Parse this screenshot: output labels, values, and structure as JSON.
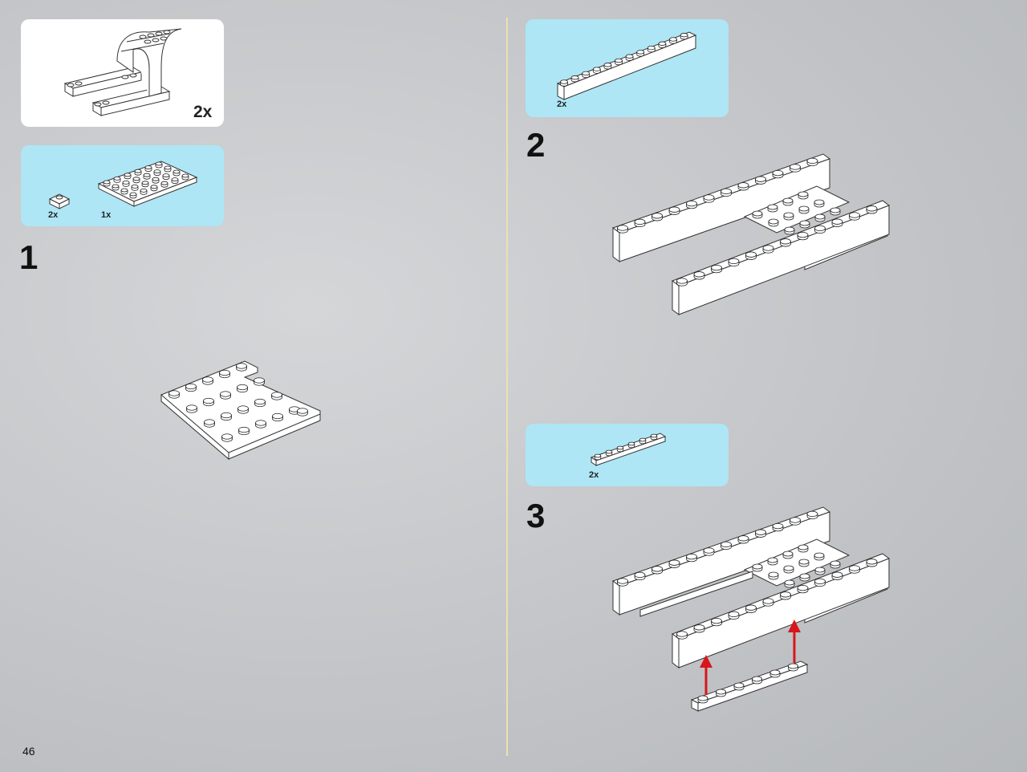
{
  "page": {
    "number": "46"
  },
  "subassembly": {
    "quantity": "2x"
  },
  "steps": [
    {
      "number": "1",
      "parts": [
        {
          "quantity": "2x",
          "icon": "plate-1x1-icon"
        },
        {
          "quantity": "1x",
          "icon": "plate-4x6-icon"
        }
      ]
    },
    {
      "number": "2",
      "parts": [
        {
          "quantity": "2x",
          "icon": "brick-1x12-icon"
        }
      ]
    },
    {
      "number": "3",
      "parts": [
        {
          "quantity": "2x",
          "icon": "plate-1x6-icon"
        }
      ]
    }
  ],
  "colors": {
    "panel_blue": "#aee6f5",
    "arrow_red": "#d8161b",
    "brick_white": "#ffffff"
  }
}
